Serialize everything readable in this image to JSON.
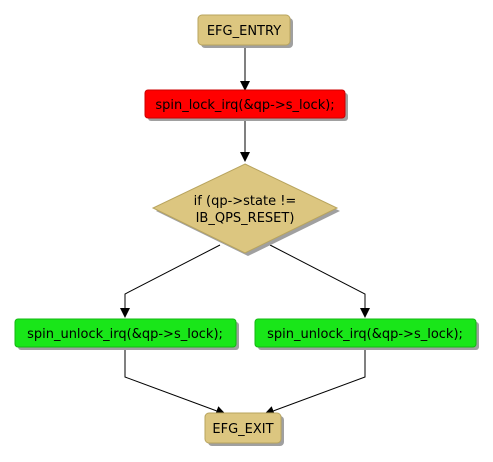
{
  "diagram": {
    "nodes": {
      "entry": {
        "label": "EFG_ENTRY"
      },
      "lock": {
        "label": "spin_lock_irq(&qp->s_lock);"
      },
      "decision": {
        "line1": "if (qp->state !=",
        "line2": "IB_QPS_RESET)"
      },
      "unlock_left": {
        "label": "spin_unlock_irq(&qp->s_lock);"
      },
      "unlock_right": {
        "label": "spin_unlock_irq(&qp->s_lock);"
      },
      "exit": {
        "label": "EFG_EXIT"
      }
    },
    "colors": {
      "terminal_fill": "#dcc680",
      "terminal_border": "#b8a45e",
      "lock_fill": "#ff0000",
      "unlock_fill": "#19e619",
      "decision_fill": "#dcc680",
      "shadow": "#a0a0a0"
    }
  }
}
